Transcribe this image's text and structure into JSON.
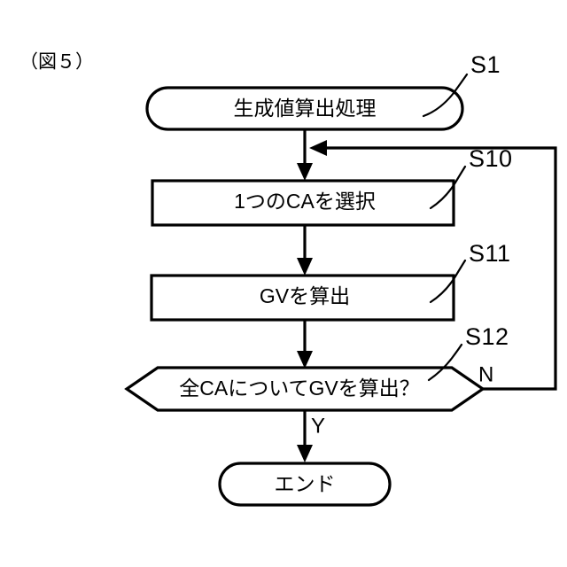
{
  "figure": {
    "caption": "（図５）"
  },
  "diagram": {
    "type": "flowchart",
    "orientation": "top-to-bottom",
    "nodes": [
      {
        "id": "S1",
        "shape": "stadium",
        "role": "start",
        "text": "生成値算出処理",
        "step_label": "S1"
      },
      {
        "id": "S10",
        "shape": "rectangle",
        "role": "process",
        "text": "1つのCAを選択",
        "step_label": "S10"
      },
      {
        "id": "S11",
        "shape": "rectangle",
        "role": "process",
        "text": "GVを算出",
        "step_label": "S11"
      },
      {
        "id": "S12",
        "shape": "hexagon",
        "role": "decision",
        "text": "全CAについてGVを算出？",
        "step_label": "S12"
      },
      {
        "id": "END",
        "shape": "stadium",
        "role": "end",
        "text": "エンド",
        "step_label": ""
      }
    ],
    "edges": [
      {
        "from": "S1",
        "to": "S10",
        "label": ""
      },
      {
        "from": "S10",
        "to": "S11",
        "label": ""
      },
      {
        "from": "S11",
        "to": "S12",
        "label": ""
      },
      {
        "from": "S12",
        "to": "END",
        "label": "Y"
      },
      {
        "from": "S12",
        "to": "S10",
        "label": "N"
      }
    ],
    "branch_labels": {
      "yes": "Y",
      "no": "N"
    },
    "colors": {
      "stroke": "#000000",
      "fill": "#ffffff",
      "background": "#ffffff"
    }
  }
}
